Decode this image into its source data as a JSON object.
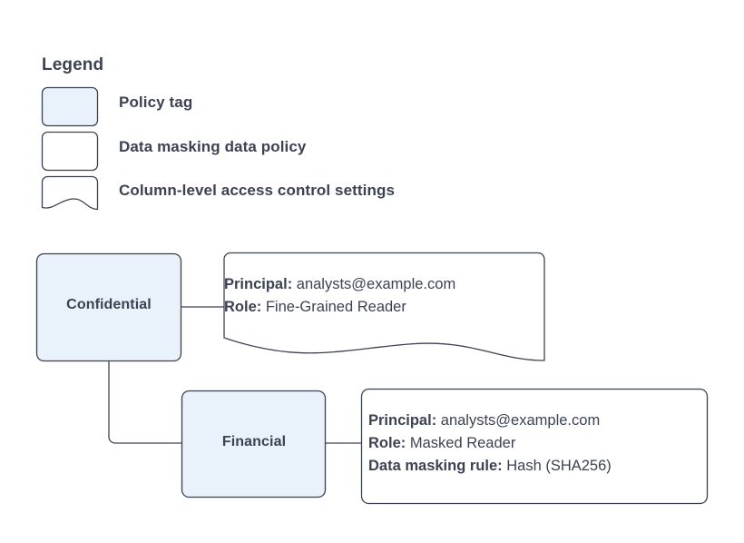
{
  "legend": {
    "title": "Legend",
    "items": [
      {
        "label": "Policy tag",
        "swatch": "policy-tag-swatch",
        "shape": "rounded-rect-filled",
        "fill": "#e9f1fb",
        "stroke": "#3b4252"
      },
      {
        "label": "Data masking data policy",
        "swatch": "data-masking-policy-swatch",
        "shape": "rounded-rect",
        "fill": "#ffffff",
        "stroke": "#3b4252"
      },
      {
        "label": "Column-level access control settings",
        "swatch": "access-control-settings-swatch",
        "shape": "wavy-bottom-document",
        "fill": "#ffffff",
        "stroke": "#3b4252"
      }
    ]
  },
  "nodes": [
    {
      "id": "confidential",
      "label": "Confidential",
      "type": "policy-tag"
    },
    {
      "id": "financial",
      "label": "Financial",
      "type": "policy-tag"
    }
  ],
  "callouts": [
    {
      "id": "confidential-callout",
      "shape": "wavy-bottom-document",
      "attached_to": "confidential",
      "rows": [
        {
          "key": "Principal:",
          "value": "analysts@example.com"
        },
        {
          "key": "Role:",
          "value": "Fine-Grained Reader"
        }
      ]
    },
    {
      "id": "financial-callout",
      "shape": "rounded-rect",
      "attached_to": "financial",
      "rows": [
        {
          "key": "Principal:",
          "value": "analysts@example.com"
        },
        {
          "key": "Role:",
          "value": "Masked Reader"
        },
        {
          "key": "Data masking rule:",
          "value": "Hash (SHA256)"
        }
      ]
    }
  ],
  "connectors": [
    {
      "id": "confidential-to-callout",
      "from": "confidential",
      "to": "confidential-callout"
    },
    {
      "id": "confidential-to-financial",
      "from": "confidential",
      "to": "financial"
    },
    {
      "id": "financial-to-callout",
      "from": "financial",
      "to": "financial-callout"
    }
  ],
  "colors": {
    "tag_fill": "#e9f1fb",
    "stroke": "#3b4252",
    "text": "#3b4252",
    "canvas": "#ffffff",
    "legend_swatch_stroke": "#3b4252"
  }
}
